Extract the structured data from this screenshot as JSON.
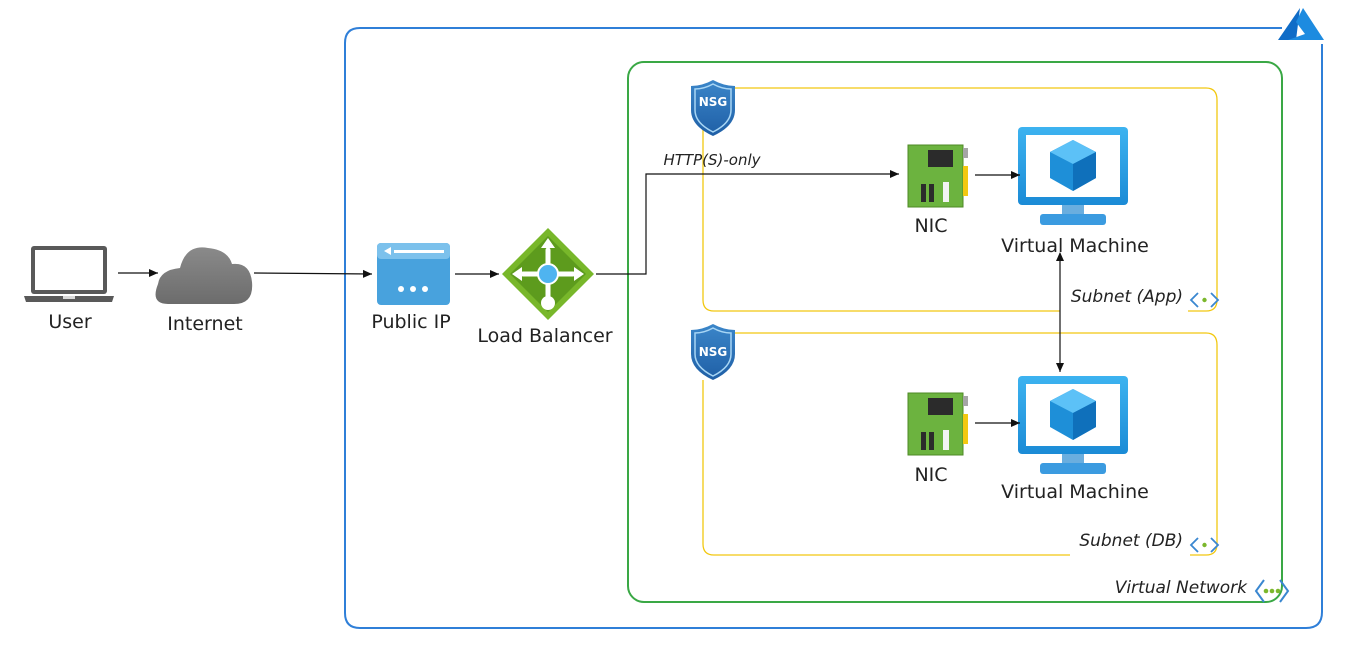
{
  "nodes": {
    "user": "User",
    "internet": "Internet",
    "public_ip": "Public IP",
    "load_balancer": "Load Balancer",
    "nic_app": "NIC",
    "vm_app": "Virtual Machine",
    "nic_db": "NIC",
    "vm_db": "Virtual Machine"
  },
  "groups": {
    "subnet_app": "Subnet (App)",
    "subnet_db": "Subnet (DB)",
    "vnet": "Virtual Network"
  },
  "nsg": {
    "app": "NSG",
    "db": "NSG"
  },
  "edges": {
    "http_only": "HTTP(S)-only"
  },
  "colors": {
    "azure_boundary": "#2f7fd8",
    "vnet": "#3aa845",
    "subnet": "#f2c811",
    "vm_blue": "#2aa0e6",
    "nic_green": "#5fa61a",
    "lb_green": "#78b72a"
  }
}
